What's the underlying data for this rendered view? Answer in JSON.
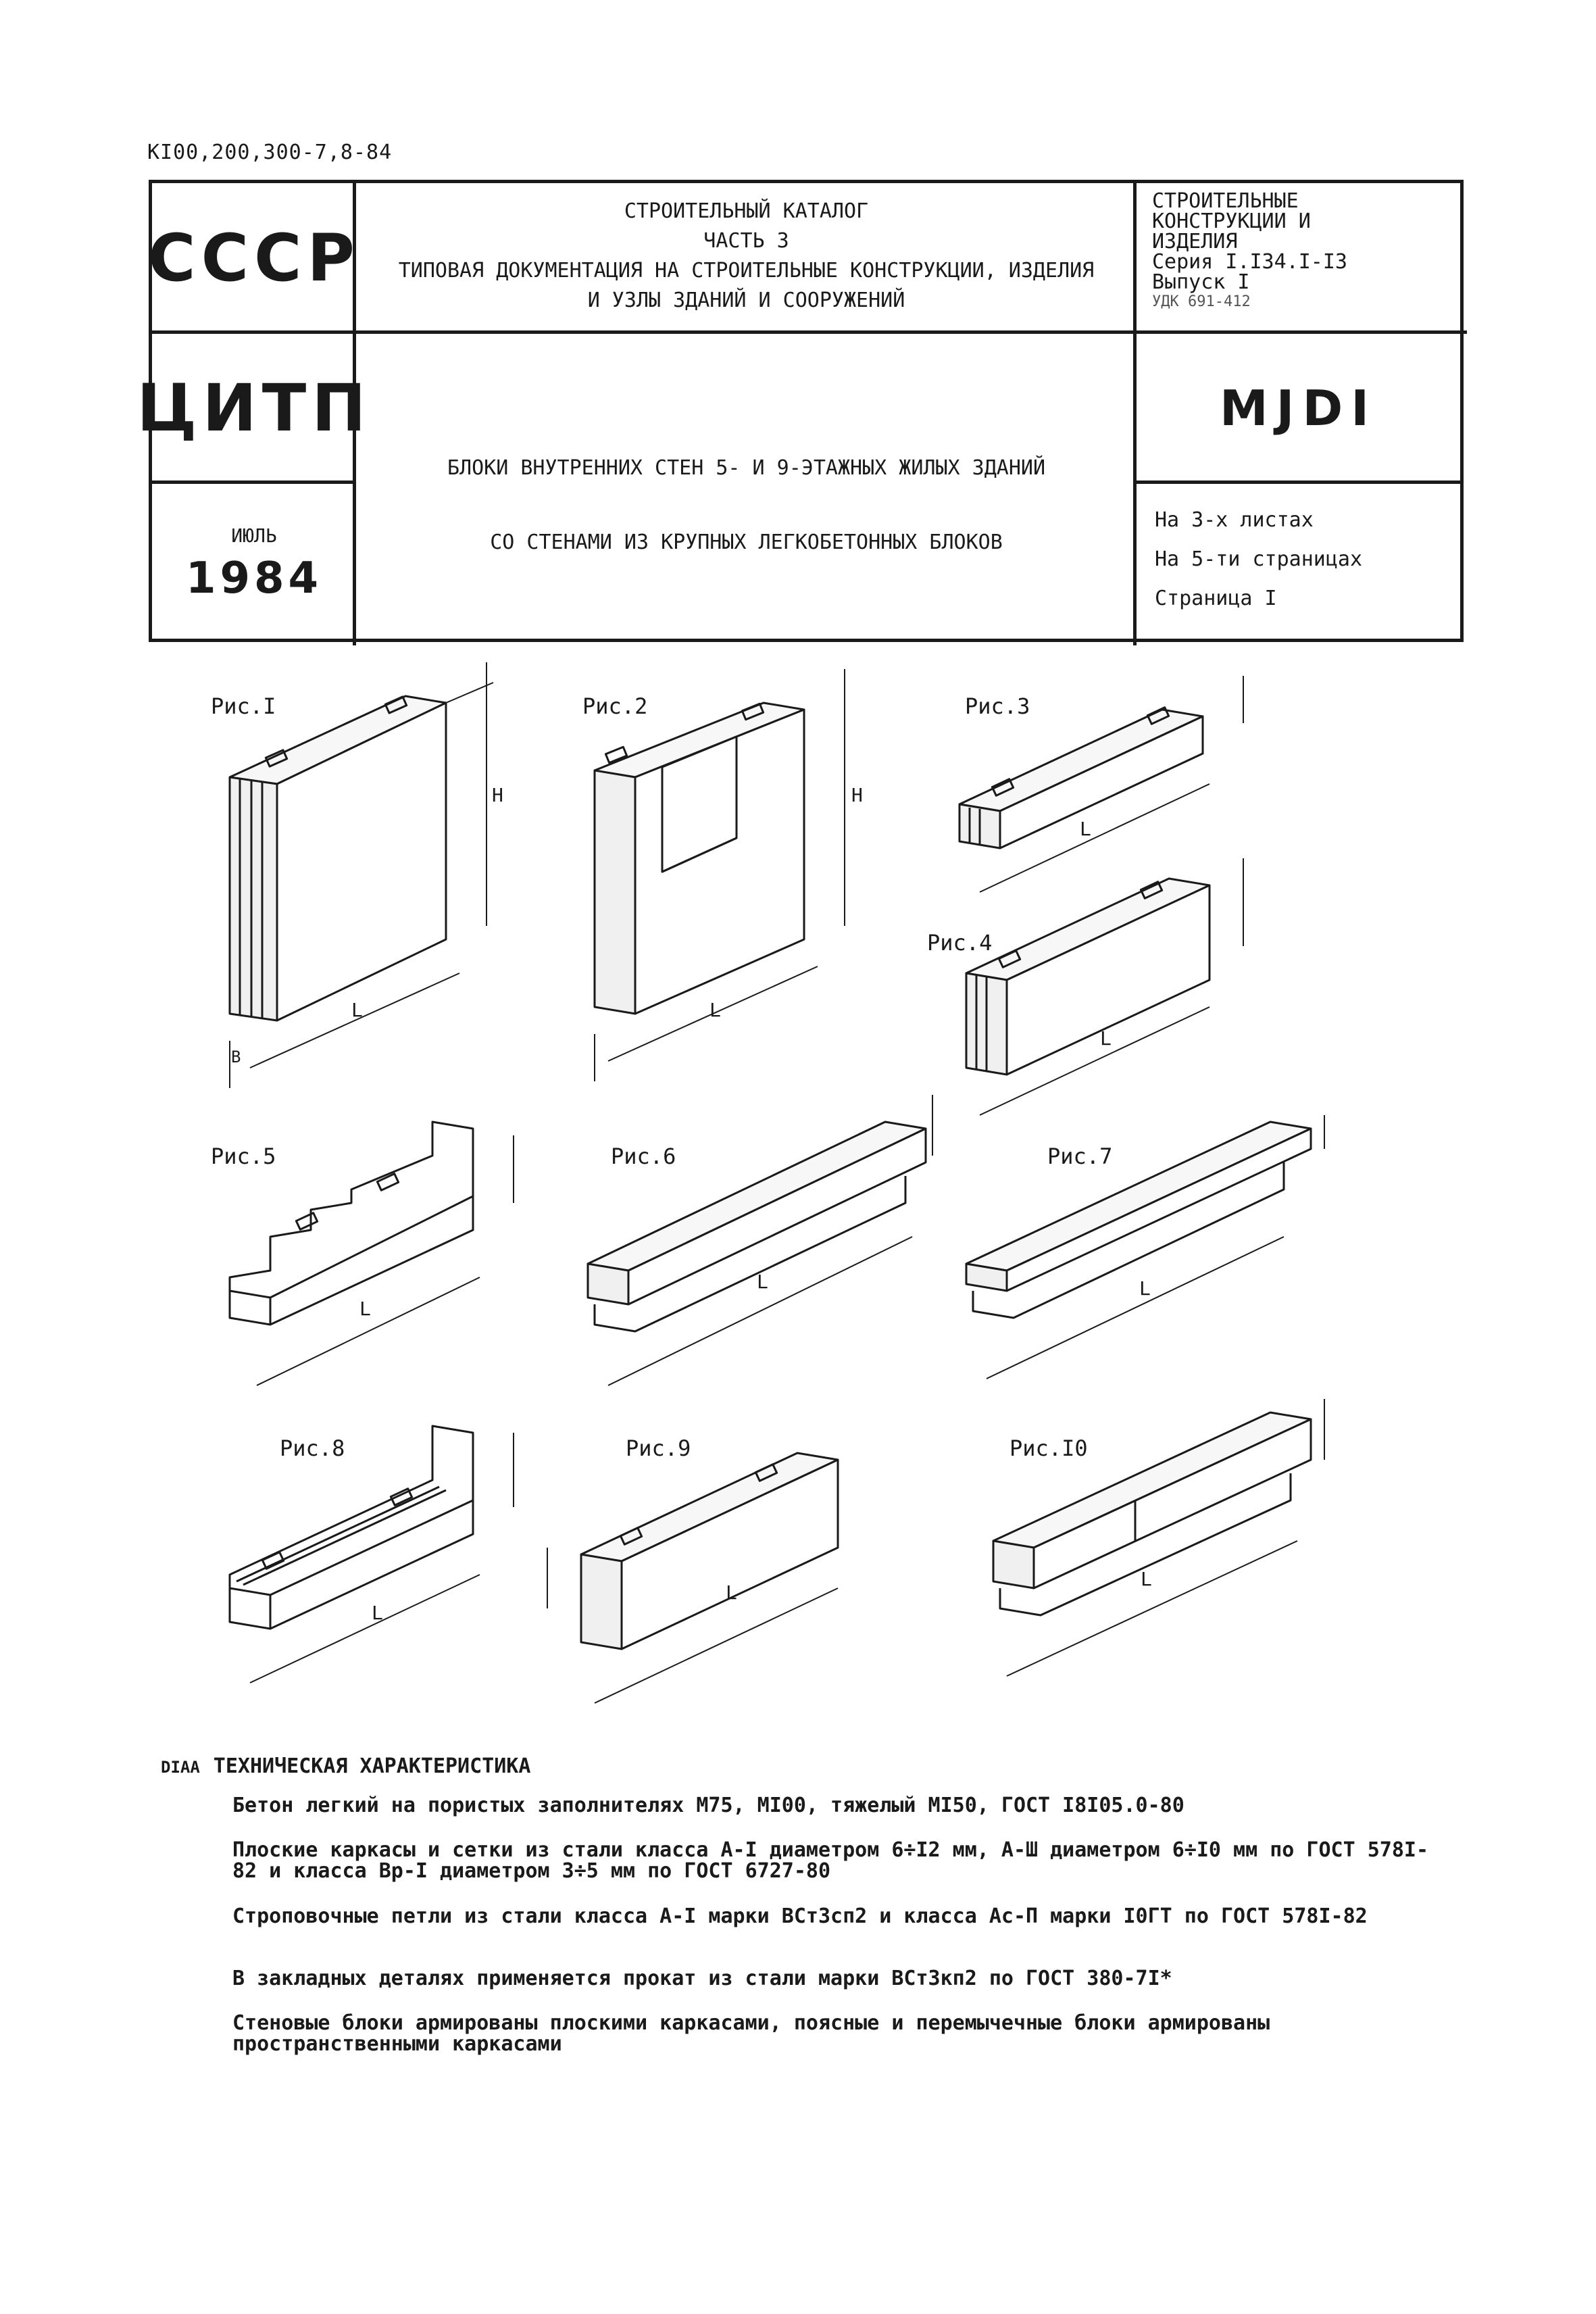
{
  "doc_code": "KI00,200,300-7,8-84",
  "header": {
    "org_top": "СССР",
    "org_bottom": "ЦИТП",
    "month": "ИЮЛЬ",
    "year": "1984",
    "catalog_lines": [
      "СТРОИТЕЛЬНЫЙ КАТАЛОГ",
      "ЧАСТЬ 3",
      "ТИПОВАЯ ДОКУМЕНТАЦИЯ НА СТРОИТЕЛЬНЫЕ КОНСТРУКЦИИ, ИЗДЕЛИЯ",
      "И УЗЛЫ ЗДАНИЙ И СООРУЖЕНИЙ"
    ],
    "series_lines": [
      "СТРОИТЕЛЬНЫЕ",
      "КОНСТРУКЦИИ И",
      "ИЗДЕЛИЯ",
      "Серия I.I34.I-I3",
      "Выпуск I"
    ],
    "series_small": "УДК 691-412",
    "subject_line1": "БЛОКИ ВНУТРЕННИХ СТЕН 5- И 9-ЭТАЖНЫХ ЖИЛЫХ ЗДАНИЙ",
    "subject_line2": "СО СТЕНАМИ ИЗ КРУПНЫХ ЛЕГКОБЕТОННЫХ БЛОКОВ",
    "mark": "MJDI",
    "sheets": [
      "На 3-х листах",
      "На 5-ти страницах",
      "Страница I"
    ]
  },
  "figures": [
    {
      "label": "Рис.I"
    },
    {
      "label": "Рис.2"
    },
    {
      "label": "Рис.3"
    },
    {
      "label": "Рис.4"
    },
    {
      "label": "Рис.5"
    },
    {
      "label": "Рис.6"
    },
    {
      "label": "Рис.7"
    },
    {
      "label": "Рис.8"
    },
    {
      "label": "Рис.9"
    },
    {
      "label": "Рис.I0"
    }
  ],
  "dim_labels": {
    "length": "L",
    "height": "H",
    "width": "B"
  },
  "spec": {
    "prefix": "DIAA",
    "heading": "ТЕХНИЧЕСКАЯ ХАРАКТЕРИСТИКА",
    "paragraphs": [
      "Бетон легкий на пористых заполнителях M75, MI00, тяжелый MI50, ГОСТ I8I05.0-80",
      "Плоские каркасы и сетки из стали класса A-I диаметром 6÷I2 мм, A-Ш диаметром 6÷I0 мм по ГОСТ 578I-82 и класса Bp-I диаметром 3÷5 мм по ГОСТ 6727-80",
      "Строповочные петли из стали класса A-I марки BCт3сп2 и класса Aс-П марки I0ГТ по ГОСТ 578I-82",
      "В закладных деталях применяется прокат из стали марки BCт3кп2 по ГОСТ 380-7I*",
      "Стеновые блоки армированы плоскими каркасами, поясные и перемычечные блоки армированы пространственными каркасами"
    ]
  }
}
